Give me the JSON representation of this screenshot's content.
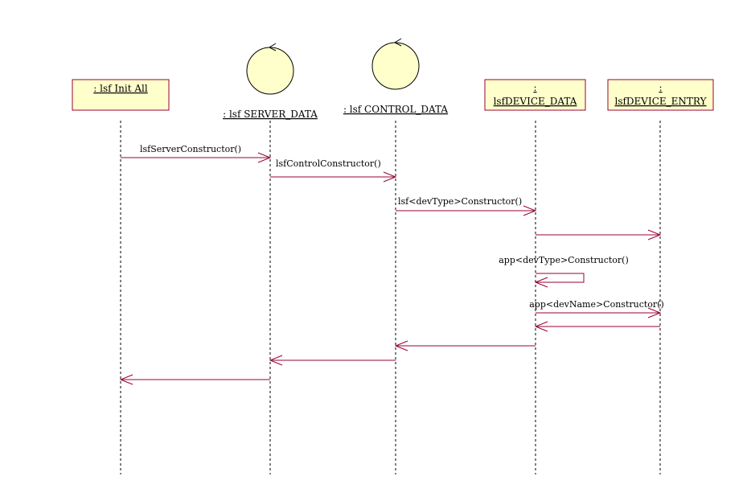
{
  "diagram": {
    "type": "sequence",
    "colors": {
      "box_fill": "#ffffcc",
      "box_stroke": "#990033",
      "message": "#990033",
      "lifeline": "#000000"
    },
    "participants": [
      {
        "id": "p1",
        "kind": "box",
        "label_lines": [
          ": lsf Init All"
        ]
      },
      {
        "id": "p2",
        "kind": "control",
        "label_lines": [
          ": lsf SERVER_DATA"
        ]
      },
      {
        "id": "p3",
        "kind": "control",
        "label_lines": [
          ": lsf CONTROL_DATA"
        ]
      },
      {
        "id": "p4",
        "kind": "box",
        "label_lines": [
          ":",
          "lsfDEVICE_DATA"
        ]
      },
      {
        "id": "p5",
        "kind": "box",
        "label_lines": [
          ":",
          "lsfDEVICE_ENTRY"
        ]
      }
    ],
    "messages": [
      {
        "from": "p1",
        "to": "p2",
        "label": "lsfServerConstructor()"
      },
      {
        "from": "p2",
        "to": "p3",
        "label": "lsfControlConstructor()"
      },
      {
        "from": "p3",
        "to": "p4",
        "label": "lsf<devType>Constructor()"
      },
      {
        "from": "p4",
        "to": "p5",
        "label": ""
      },
      {
        "from": "p4",
        "to": "p4",
        "label": "app<devType>Constructor()"
      },
      {
        "from": "p4",
        "to": "p5",
        "label": "app<devName>Constructor()"
      },
      {
        "from": "p5",
        "to": "p4",
        "label": ""
      },
      {
        "from": "p4",
        "to": "p3",
        "label": ""
      },
      {
        "from": "p3",
        "to": "p2",
        "label": ""
      },
      {
        "from": "p2",
        "to": "p1",
        "label": ""
      }
    ]
  }
}
